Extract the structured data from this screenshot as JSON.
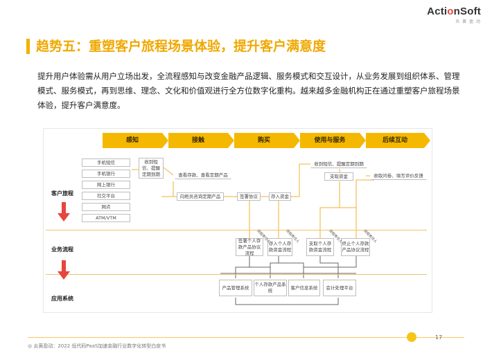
{
  "logo": {
    "brand_prefix": "Acti",
    "brand_accent": "o",
    "brand_suffix": "nSoft",
    "subtitle": "炎 黄 盈 动"
  },
  "title": "趋势五：重塑客户旅程场景体验，提升客户满意度",
  "body_text": "提升用户体验需从用户立场出发，全流程感知与改变金融产品逻辑、服务模式和交互设计，从业务发展到组织体系、管理模式、服务模式，再到思维、理念、文化和价值观进行全方位数字化重构。越来越多金融机构正在通过重塑客户旅程场景体验，提升客户满意度。",
  "stages": [
    "感知",
    "接触",
    "购买",
    "使用与服务",
    "后续互动"
  ],
  "layers": {
    "customer_journey": "客户旅程",
    "business_process": "业务流程",
    "app_system": "应用系统"
  },
  "channels": [
    "手机短信",
    "手机银行",
    "网上银行",
    "社交平台",
    "网点",
    "ATM/VTM"
  ],
  "journey_boxes": {
    "receive_sms": "收到短信、提醒定期到期",
    "check_deposit": "查看存款、查看定期产品",
    "consult": "向柜员咨询定期产品",
    "sign": "签署协议",
    "deposit": "存入资金",
    "receive_sms2": "收到短信、提醒定期到期",
    "withdraw": "支取资金",
    "survey": "收取问卷、填写评价反馈"
  },
  "process_boxes": {
    "p1": "签署个人存款产品协议流程",
    "p2": "存入个人存款资金流程",
    "p3": "支取个人存款资金流程",
    "p4": "终止个人存款产品协议流程"
  },
  "process_tags": [
    "流程责任人",
    "流程责任人",
    "流程责任人",
    "流程责任人"
  ],
  "systems": [
    "产品管理系统",
    "个人存款产品系统",
    "客户信息系统",
    "会计处理平台"
  ],
  "colors": {
    "accent": "#f5b800",
    "title": "#f0a800",
    "arrow": "#e8453c"
  },
  "footer": {
    "page_number": "17",
    "text": "◎ 炎黄盈动：2022 低代码PaaS加速金融行业数字化转型白皮书"
  }
}
